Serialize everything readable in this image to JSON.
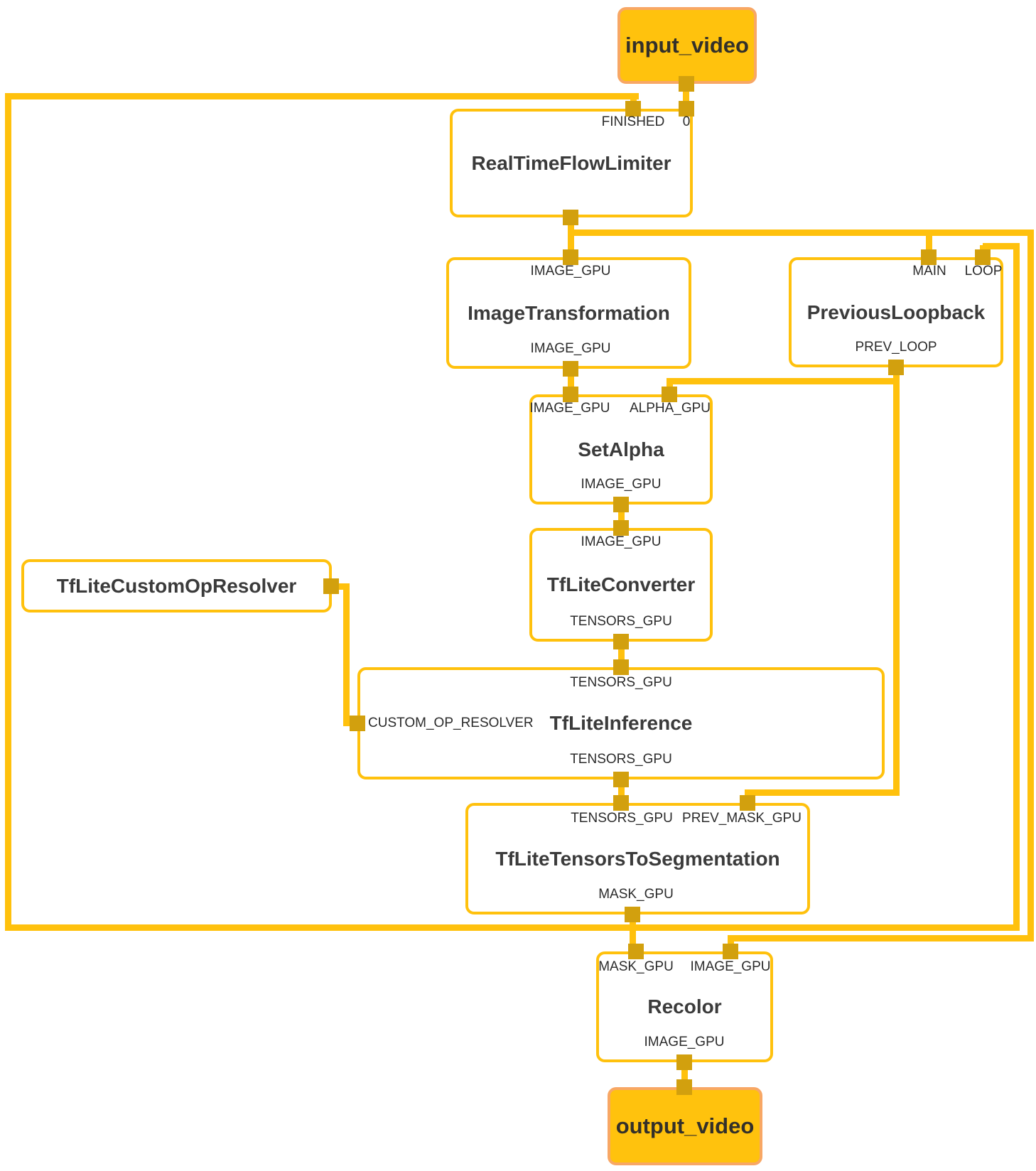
{
  "colors": {
    "edge": "#FFC10D",
    "port": "#D2A00E",
    "node_border": "#FFC10D",
    "node_fill": "#FFFFFF",
    "io_fill": "#FFC20D",
    "io_border": "#F8A765",
    "title_text": "#3B3B3B",
    "label_text": "#2B2B2B"
  },
  "graph": {
    "io_nodes": {
      "input_video": {
        "title": "input_video"
      },
      "output_video": {
        "title": "output_video"
      }
    },
    "nodes": {
      "flow_limiter": {
        "title": "RealTimeFlowLimiter",
        "in_finished": "FINISHED",
        "in_zero": "0"
      },
      "image_transformation": {
        "title": "ImageTransformation",
        "in_image": "IMAGE_GPU",
        "out_image": "IMAGE_GPU"
      },
      "previous_loopback": {
        "title": "PreviousLoopback",
        "in_main": "MAIN",
        "in_loop": "LOOP",
        "out_prev_loop": "PREV_LOOP"
      },
      "set_alpha": {
        "title": "SetAlpha",
        "in_image": "IMAGE_GPU",
        "in_alpha": "ALPHA_GPU",
        "out_image": "IMAGE_GPU"
      },
      "tflite_converter": {
        "title": "TfLiteConverter",
        "in_image": "IMAGE_GPU",
        "out_tensors": "TENSORS_GPU"
      },
      "custom_op_resolver": {
        "title": "TfLiteCustomOpResolver"
      },
      "tflite_inference": {
        "title": "TfLiteInference",
        "in_tensors": "TENSORS_GPU",
        "side_resolver": "CUSTOM_OP_RESOLVER",
        "out_tensors": "TENSORS_GPU"
      },
      "tensors_to_segmentation": {
        "title": "TfLiteTensorsToSegmentation",
        "in_tensors": "TENSORS_GPU",
        "in_prev_mask": "PREV_MASK_GPU",
        "out_mask": "MASK_GPU"
      },
      "recolor": {
        "title": "Recolor",
        "in_mask": "MASK_GPU",
        "in_image": "IMAGE_GPU",
        "out_image": "IMAGE_GPU"
      }
    }
  }
}
